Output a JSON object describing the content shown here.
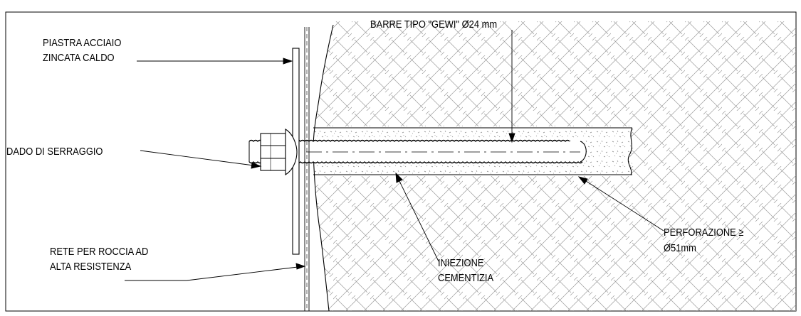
{
  "drawing": {
    "bar_label": "BARRE  TIPO \"GEWI\" Ø24 mm",
    "plate_label": [
      "PIASTRA ACCIAIO",
      "ZINCATA CALDO"
    ],
    "nut_label": "DADO DI SERRAGGIO",
    "mesh_label": [
      "RETE PER ROCCIA AD",
      "ALTA RESISTENZA"
    ],
    "grout_label": [
      "INIEZIONE",
      "CEMENTIZIA"
    ],
    "borehole_label": [
      "PERFORAZIONE ≥",
      "Ø51mm"
    ]
  },
  "colors": {
    "line": "#000000",
    "hatch": "#9a9a9a",
    "background": "#ffffff"
  }
}
